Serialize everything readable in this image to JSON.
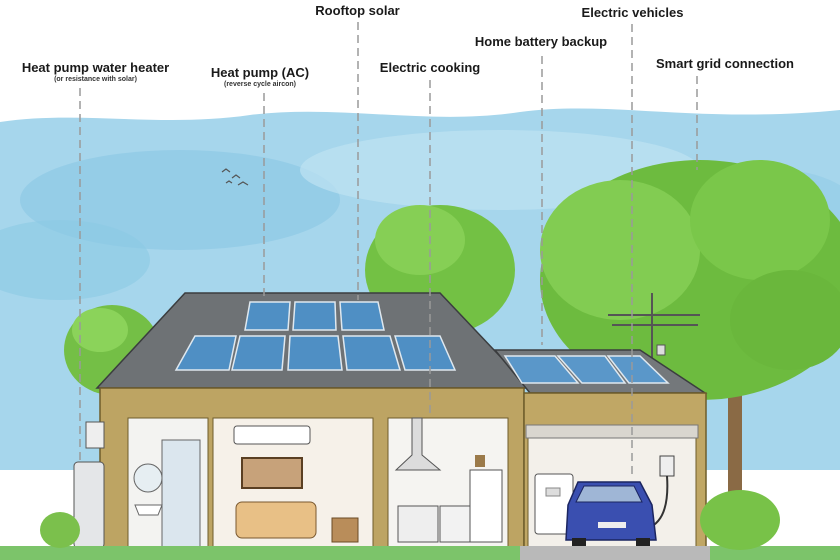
{
  "labels": {
    "heat_pump_water_heater": {
      "title": "Heat pump water heater",
      "subtitle": "(or resistance with solar)"
    },
    "heat_pump_ac": {
      "title": "Heat pump (AC)",
      "subtitle": "(reverse cycle aircon)"
    },
    "rooftop_solar": {
      "title": "Rooftop solar"
    },
    "electric_cooking": {
      "title": "Electric cooking"
    },
    "home_battery_backup": {
      "title": "Home battery backup"
    },
    "electric_vehicles": {
      "title": "Electric vehicles"
    },
    "smart_grid_connection": {
      "title": "Smart grid connection"
    }
  },
  "colors": {
    "sky": "#9fd3ea",
    "roof": "#6b6f72",
    "solar_panel": "#4f8fc4",
    "brick": "#b9a15e",
    "tree": "#6fbf3f",
    "grass": "#7cc46a",
    "car": "#3a4fb0",
    "leader_line": "#9a9a9a"
  }
}
